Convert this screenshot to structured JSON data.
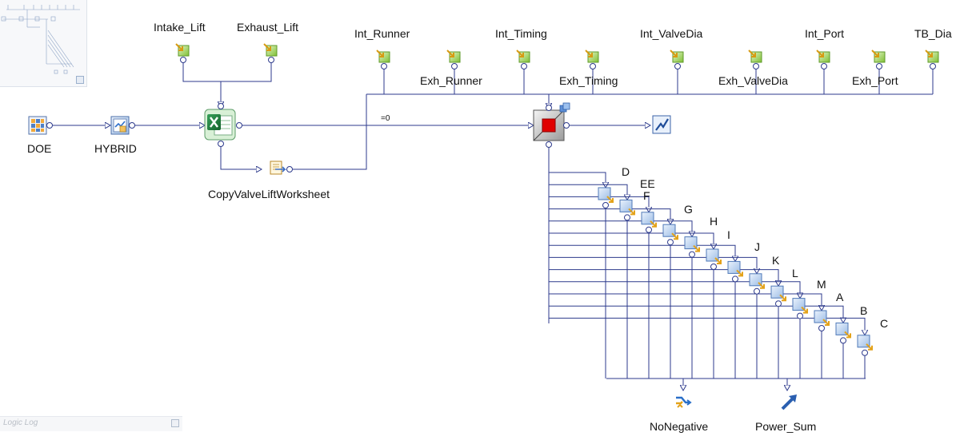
{
  "main": {
    "sources": {
      "doe": "DOE",
      "hybrid": "HYBRID"
    },
    "excel": {
      "top_inputs": [
        "Intake_Lift",
        "Exhaust_Lift"
      ],
      "copy_worksheet": "CopyValveLiftWorksheet"
    },
    "model_inputs_upper": [
      "Int_Runner",
      "Int_Timing",
      "Int_ValveDia",
      "Int_Port",
      "TB_Dia"
    ],
    "model_inputs_lower": [
      "Exh_Runner",
      "Exh_Timing",
      "Exh_ValveDia",
      "Exh_Port"
    ],
    "link_label": "=0",
    "calculators": [
      "D",
      "EE",
      "F",
      "G",
      "H",
      "I",
      "J",
      "K",
      "L",
      "M",
      "A",
      "B",
      "C"
    ],
    "outputs": {
      "no_negative": "NoNegative",
      "power_sum": "Power_Sum"
    }
  },
  "log_panel": {
    "title": "Logic Log"
  },
  "colors": {
    "wire": "#2d3a8c",
    "excel_green": "#1f7a3a",
    "param_green": "#8cc83c",
    "calc_blue": "#bcd3ef",
    "sim_red": "#e00000",
    "arrow_orange": "#e3a21a"
  }
}
